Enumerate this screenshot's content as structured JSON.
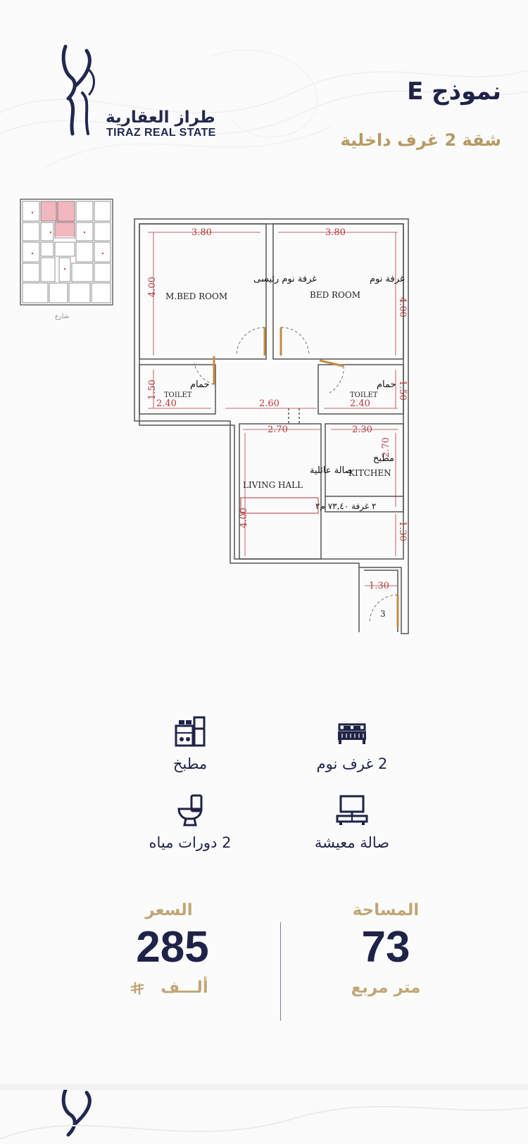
{
  "brand": {
    "name_ar": "طراز العقارية",
    "name_en": "TIRAZ REAL STATE"
  },
  "header": {
    "title": "نموذج E",
    "subtitle": "شقة 2 غرف داخلية"
  },
  "keyplan": {
    "street_label": "شارع"
  },
  "floorplan": {
    "dimensions": {
      "master_width": "3.80",
      "bed_width": "3.80",
      "master_height": "4.00",
      "bed_height": "4.00",
      "toilet_left_height": "1.50",
      "toilet_left_width": "2.40",
      "corridor_width": "2.60",
      "toilet_right_width": "2.40",
      "toilet_right_height": "1.50",
      "living_width": "2.70",
      "kitchen_width": "2.30",
      "kitchen_height": "2.70",
      "living_height": "4.00",
      "lower_right_height": "1.30",
      "entry_width": "1.30"
    },
    "rooms": {
      "master_ar": "غرفة نوم رئيسى",
      "master_en": "M.BED ROOM",
      "bed_ar": "غرفة نوم",
      "bed_en": "BED ROOM",
      "toilet_left_ar": "حمام",
      "toilet_left_en": "TOILET",
      "toilet_right_ar": "حمام",
      "toilet_right_en": "TOILET",
      "kitchen_ar": "مطبخ",
      "kitchen_en": "KITCHEN",
      "living_ar": "صالة عائلية",
      "living_en": "LIVING HALL",
      "area_tag": "٢ غرفة ٧٣,٤٠ م٢",
      "door_number": "3"
    }
  },
  "features": {
    "bedrooms": "2 غرف نوم",
    "kitchen": "مطبخ",
    "living": "صالة معيشة",
    "bathrooms": "2 دورات مياه"
  },
  "stats": {
    "area_label": "المساحة",
    "area_value": "73",
    "area_unit": "متر مربع",
    "price_label": "السعر",
    "price_value": "285",
    "price_unit": "ألـــف"
  },
  "colors": {
    "navy": "#1f2348",
    "gold": "#c1a675",
    "dimension_red": "#b23a3a",
    "keyplan_highlight": "#f1b8c0"
  },
  "icons": {
    "bed": "bed-icon",
    "kitchen": "kitchen-icon",
    "tv": "tv-unit-icon",
    "toilet": "toilet-icon",
    "riyal": "riyal-currency-icon"
  }
}
